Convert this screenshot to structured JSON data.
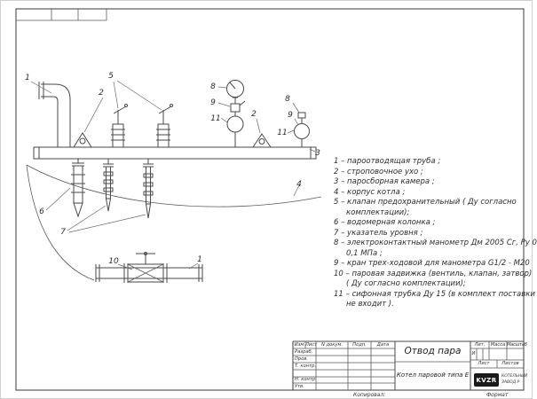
{
  "drawing": {
    "callouts": {
      "c1": "1",
      "c2": "2",
      "c3": "3",
      "c4": "4",
      "c5": "5",
      "c6": "6",
      "c7": "7",
      "c8": "8",
      "c9": "9",
      "c10": "10",
      "c11": "11"
    }
  },
  "legend": {
    "lines": [
      "1 –  пароотводящая труба ;",
      "2 –  строповочное ухо ;",
      "3 –  паросборная камера ;",
      "4 –  корпус котла ;",
      "5 –  клапан предохранительный  ( Ду согласно",
      "комплектации);",
      "6 –  водомерная колонка ;",
      "7 –  указатель уровня ;",
      "8 –  электроконтактный манометр Дм 2005 Сг, Ру 0",
      "0,1 МПа ;",
      "9 –  кран трех-ходовой для манометра  G1/2 - М20",
      "10 –  паровая задвижка  (вентиль, клапан, затвор)",
      "( Ду согласно комплектации);",
      "11 –  сифонная трубка Ду 15 (в комплект поставки",
      "не входит )."
    ]
  },
  "title_block": {
    "doc_title": "Отвод пара",
    "product": "Котел паровой типа Е",
    "header": {
      "izm": "Изм",
      "list": "Лист",
      "ndoc": "N докум.",
      "podp": "Подп.",
      "data": "Дата"
    },
    "rows": {
      "razrab": "Разраб.",
      "prov": "Пров.",
      "tkontr": "Т. контр.",
      "nkontr": "Н. контр.",
      "utv": "Утв."
    },
    "lit_label": "Лит.",
    "massa_label": "Масса",
    "masshtab_label": "Масштаб",
    "lit_value": "И",
    "list_label": "Лист",
    "listov_label": "Листов",
    "logo_text": "KVZR",
    "company_line1": "КОТЕЛЬНЫЙ",
    "company_line2": "ЗАВОД Р",
    "kopiroval": "Копировал:",
    "format_label": "Формат"
  }
}
